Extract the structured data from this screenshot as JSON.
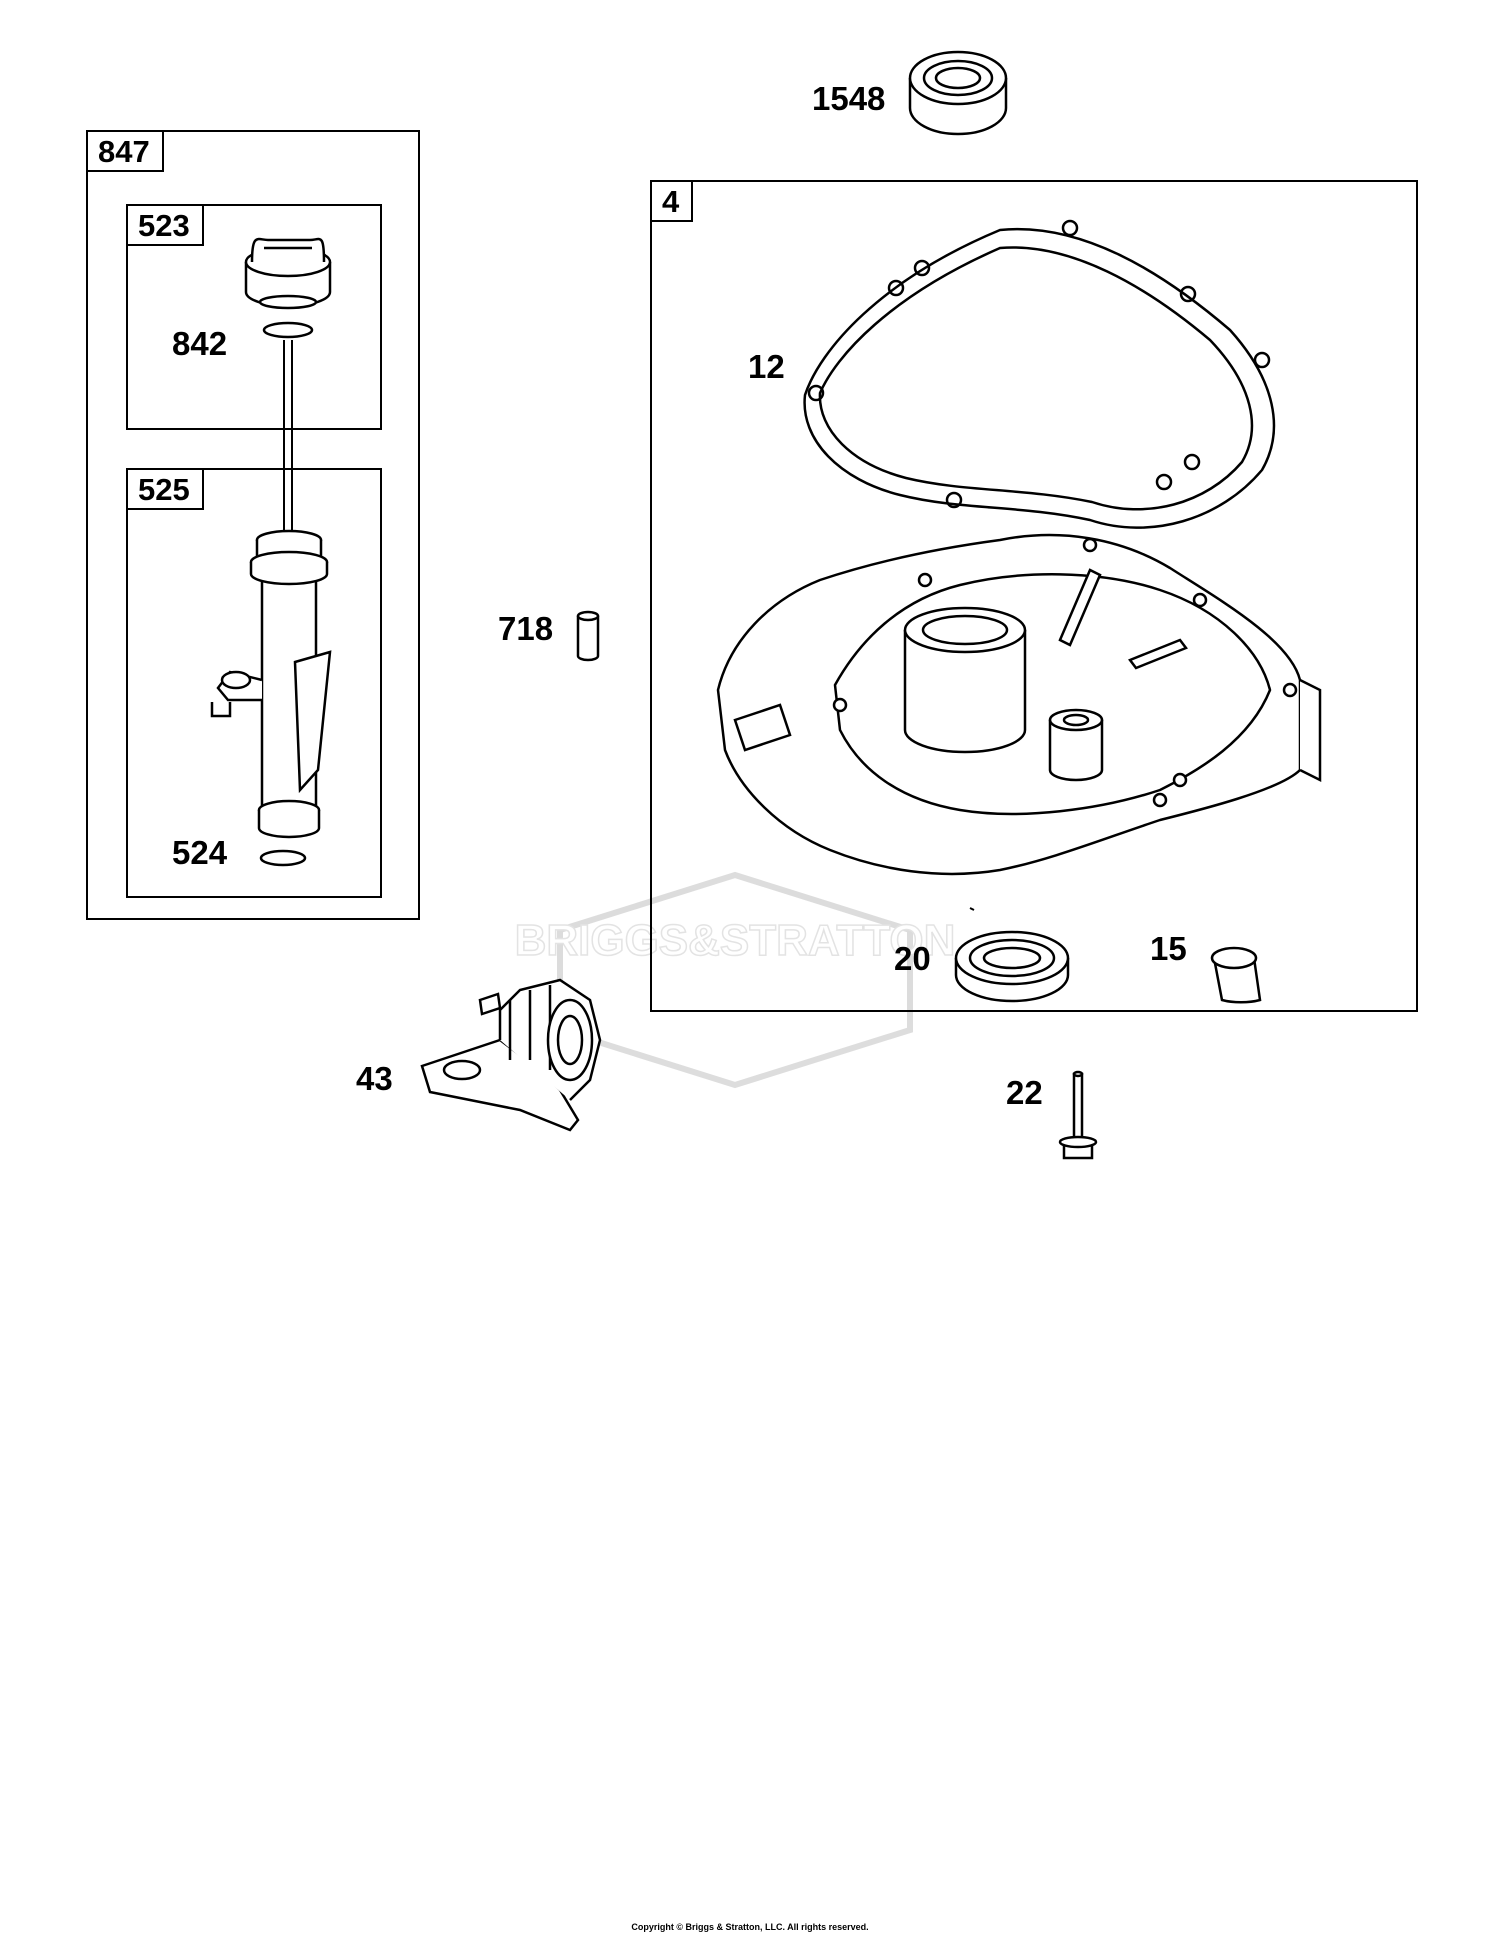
{
  "group_boxes": {
    "g847": {
      "label": "847"
    },
    "g523": {
      "label": "523"
    },
    "g525": {
      "label": "525"
    },
    "g4": {
      "label": "4"
    }
  },
  "callouts": {
    "c1548": "1548",
    "c842": "842",
    "c524": "524",
    "c12": "12",
    "c718": "718",
    "c20": "20",
    "c15": "15",
    "c43": "43",
    "c22": "22"
  },
  "watermark": {
    "text": "BRIGGS&STRATTON"
  },
  "copyright": "Copyright © Briggs & Stratton, LLC. All rights reserved."
}
